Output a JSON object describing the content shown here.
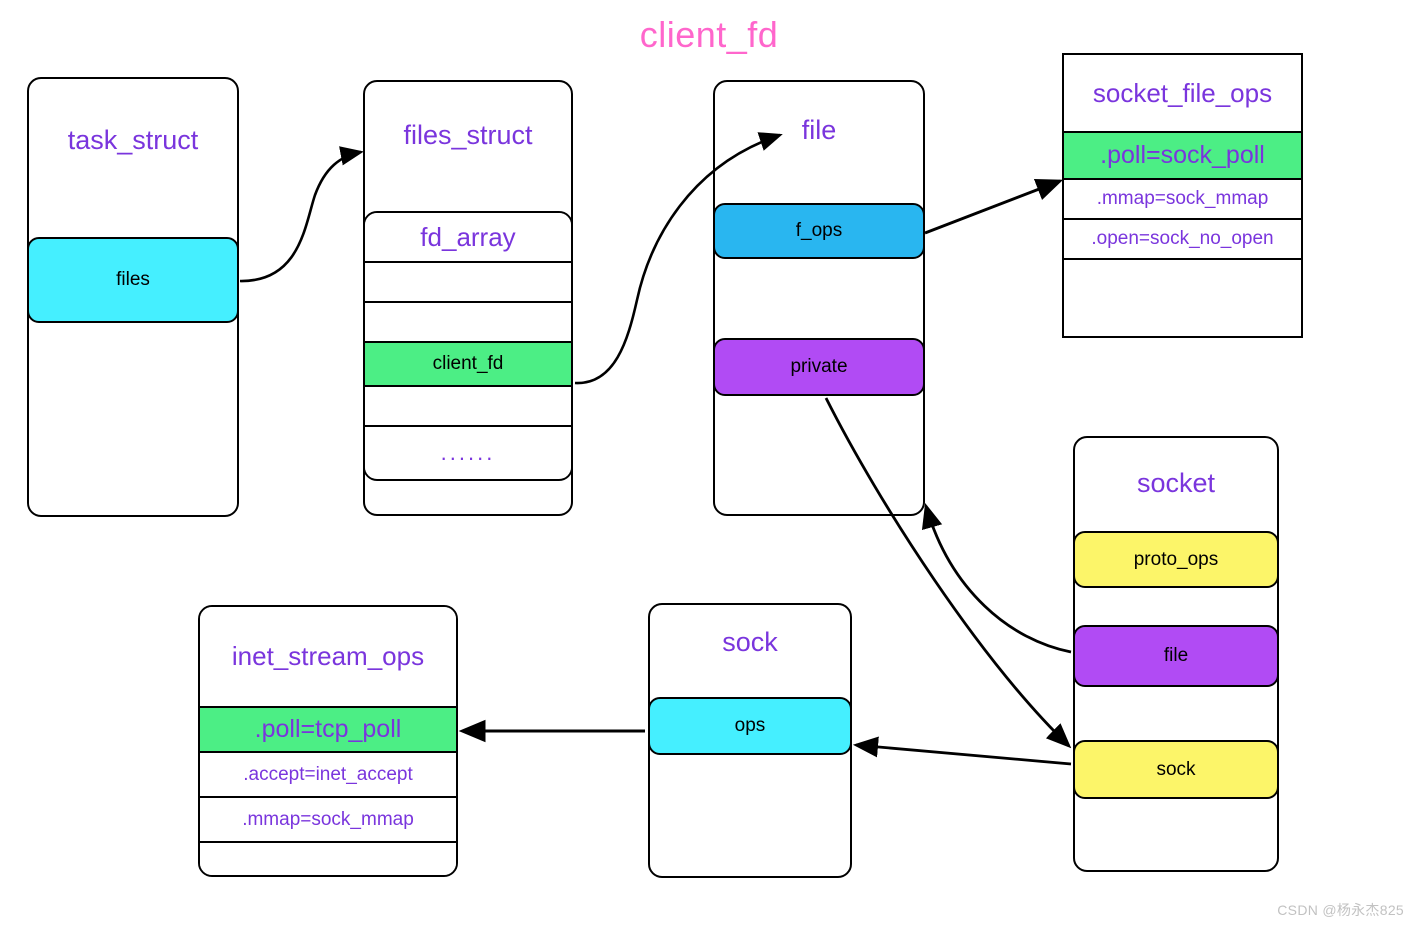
{
  "title": "client_fd",
  "watermark": "CSDN @杨永杰825",
  "colors": {
    "title_pink": "#ff66cc",
    "struct_title_purple": "#7a35dd",
    "cyan": "#45efff",
    "blue": "#29b6f0",
    "purple": "#b14bf4",
    "yellow": "#fcf569",
    "green": "#4cee85",
    "outline": "#000000",
    "watermark_gray": "#c2c2c2"
  },
  "boxes": {
    "task_struct": {
      "title": "task_struct",
      "fields": [
        {
          "label": "files",
          "color": "cyan"
        }
      ]
    },
    "files_struct": {
      "title": "files_struct",
      "fd_array": {
        "title": "fd_array",
        "rows": [
          {
            "label": "fd_array",
            "kind": "header"
          },
          {
            "label": "",
            "kind": "empty"
          },
          {
            "label": "",
            "kind": "empty"
          },
          {
            "label": "client_fd",
            "kind": "highlight"
          },
          {
            "label": "",
            "kind": "empty"
          },
          {
            "label": "......",
            "kind": "dots"
          }
        ]
      }
    },
    "file": {
      "title": "file",
      "fields": [
        {
          "label": "f_ops",
          "color": "blue"
        },
        {
          "label": "private",
          "color": "purple"
        }
      ]
    },
    "socket_file_ops": {
      "title": "socket_file_ops",
      "rows": [
        {
          "label": "socket_file_ops",
          "kind": "header"
        },
        {
          "label": ".poll=sock_poll",
          "kind": "highlight"
        },
        {
          "label": ".mmap=sock_mmap",
          "kind": "label"
        },
        {
          "label": ".open=sock_no_open",
          "kind": "label"
        },
        {
          "label": "",
          "kind": "empty"
        }
      ]
    },
    "socket": {
      "title": "socket",
      "fields": [
        {
          "label": "proto_ops",
          "color": "yellow"
        },
        {
          "label": "file",
          "color": "purple"
        },
        {
          "label": "sock",
          "color": "yellow"
        }
      ]
    },
    "sock": {
      "title": "sock",
      "fields": [
        {
          "label": "ops",
          "color": "cyan"
        }
      ]
    },
    "inet_stream_ops": {
      "title": "inet_stream_ops",
      "rows": [
        {
          "label": "inet_stream_ops",
          "kind": "header"
        },
        {
          "label": ".poll=tcp_poll",
          "kind": "highlight"
        },
        {
          "label": ".accept=inet_accept",
          "kind": "label"
        },
        {
          "label": ".mmap=sock_mmap",
          "kind": "label"
        },
        {
          "label": "",
          "kind": "empty"
        }
      ]
    }
  }
}
